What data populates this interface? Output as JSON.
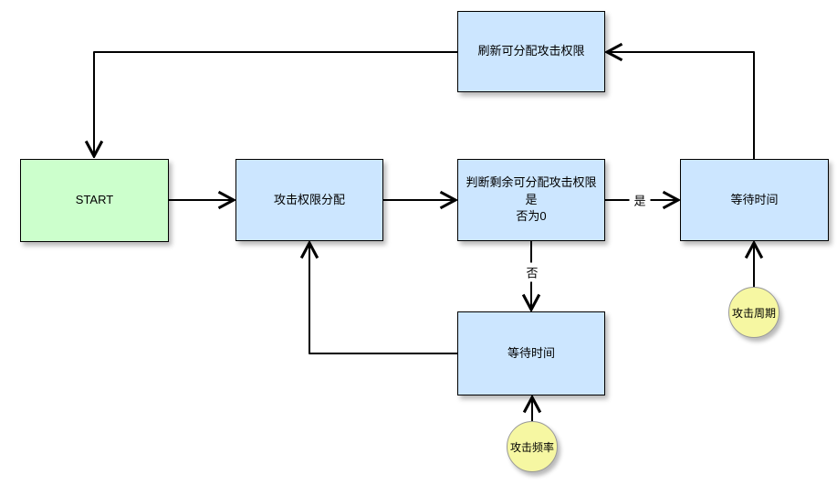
{
  "diagram": {
    "type": "flowchart",
    "background": "#ffffff",
    "nodes": {
      "refresh": {
        "label": "刷新可分配攻击权限",
        "shape": "rect",
        "fill": "#cce6ff"
      },
      "start": {
        "label": "START",
        "shape": "rect",
        "fill": "#ccffcc"
      },
      "alloc": {
        "label": "攻击权限分配",
        "shape": "rect",
        "fill": "#cce6ff"
      },
      "decision": {
        "label": "判断剩余可分配攻击权限是否为0",
        "lines": [
          "判断剩余可分配攻击权限是",
          "否为0"
        ],
        "shape": "rect",
        "fill": "#cce6ff"
      },
      "wait_right": {
        "label": "等待时间",
        "shape": "rect",
        "fill": "#cce6ff"
      },
      "wait_bottom": {
        "label": "等待时间",
        "shape": "rect",
        "fill": "#cce6ff"
      },
      "attack_cycle": {
        "label": "攻击周期",
        "shape": "circle",
        "fill": "#f6f7a2"
      },
      "attack_freq": {
        "label": "攻击频率",
        "shape": "circle",
        "fill": "#f6f7a2"
      }
    },
    "edge_labels": {
      "yes": "是",
      "no": "否"
    },
    "edges": [
      {
        "from": "refresh",
        "to": "start"
      },
      {
        "from": "start",
        "to": "alloc"
      },
      {
        "from": "alloc",
        "to": "decision"
      },
      {
        "from": "decision",
        "to": "wait_right",
        "label": "是"
      },
      {
        "from": "decision",
        "to": "wait_bottom",
        "label": "否"
      },
      {
        "from": "wait_bottom",
        "to": "alloc"
      },
      {
        "from": "wait_right",
        "to": "refresh"
      },
      {
        "from": "attack_cycle",
        "to": "wait_right"
      },
      {
        "from": "attack_freq",
        "to": "wait_bottom"
      }
    ],
    "colors": {
      "process_fill": "#cce6ff",
      "start_fill": "#ccffcc",
      "annotation_fill": "#f6f7a2",
      "node_border": "#000000",
      "annotation_border": "#999999",
      "connector": "#000000"
    }
  }
}
